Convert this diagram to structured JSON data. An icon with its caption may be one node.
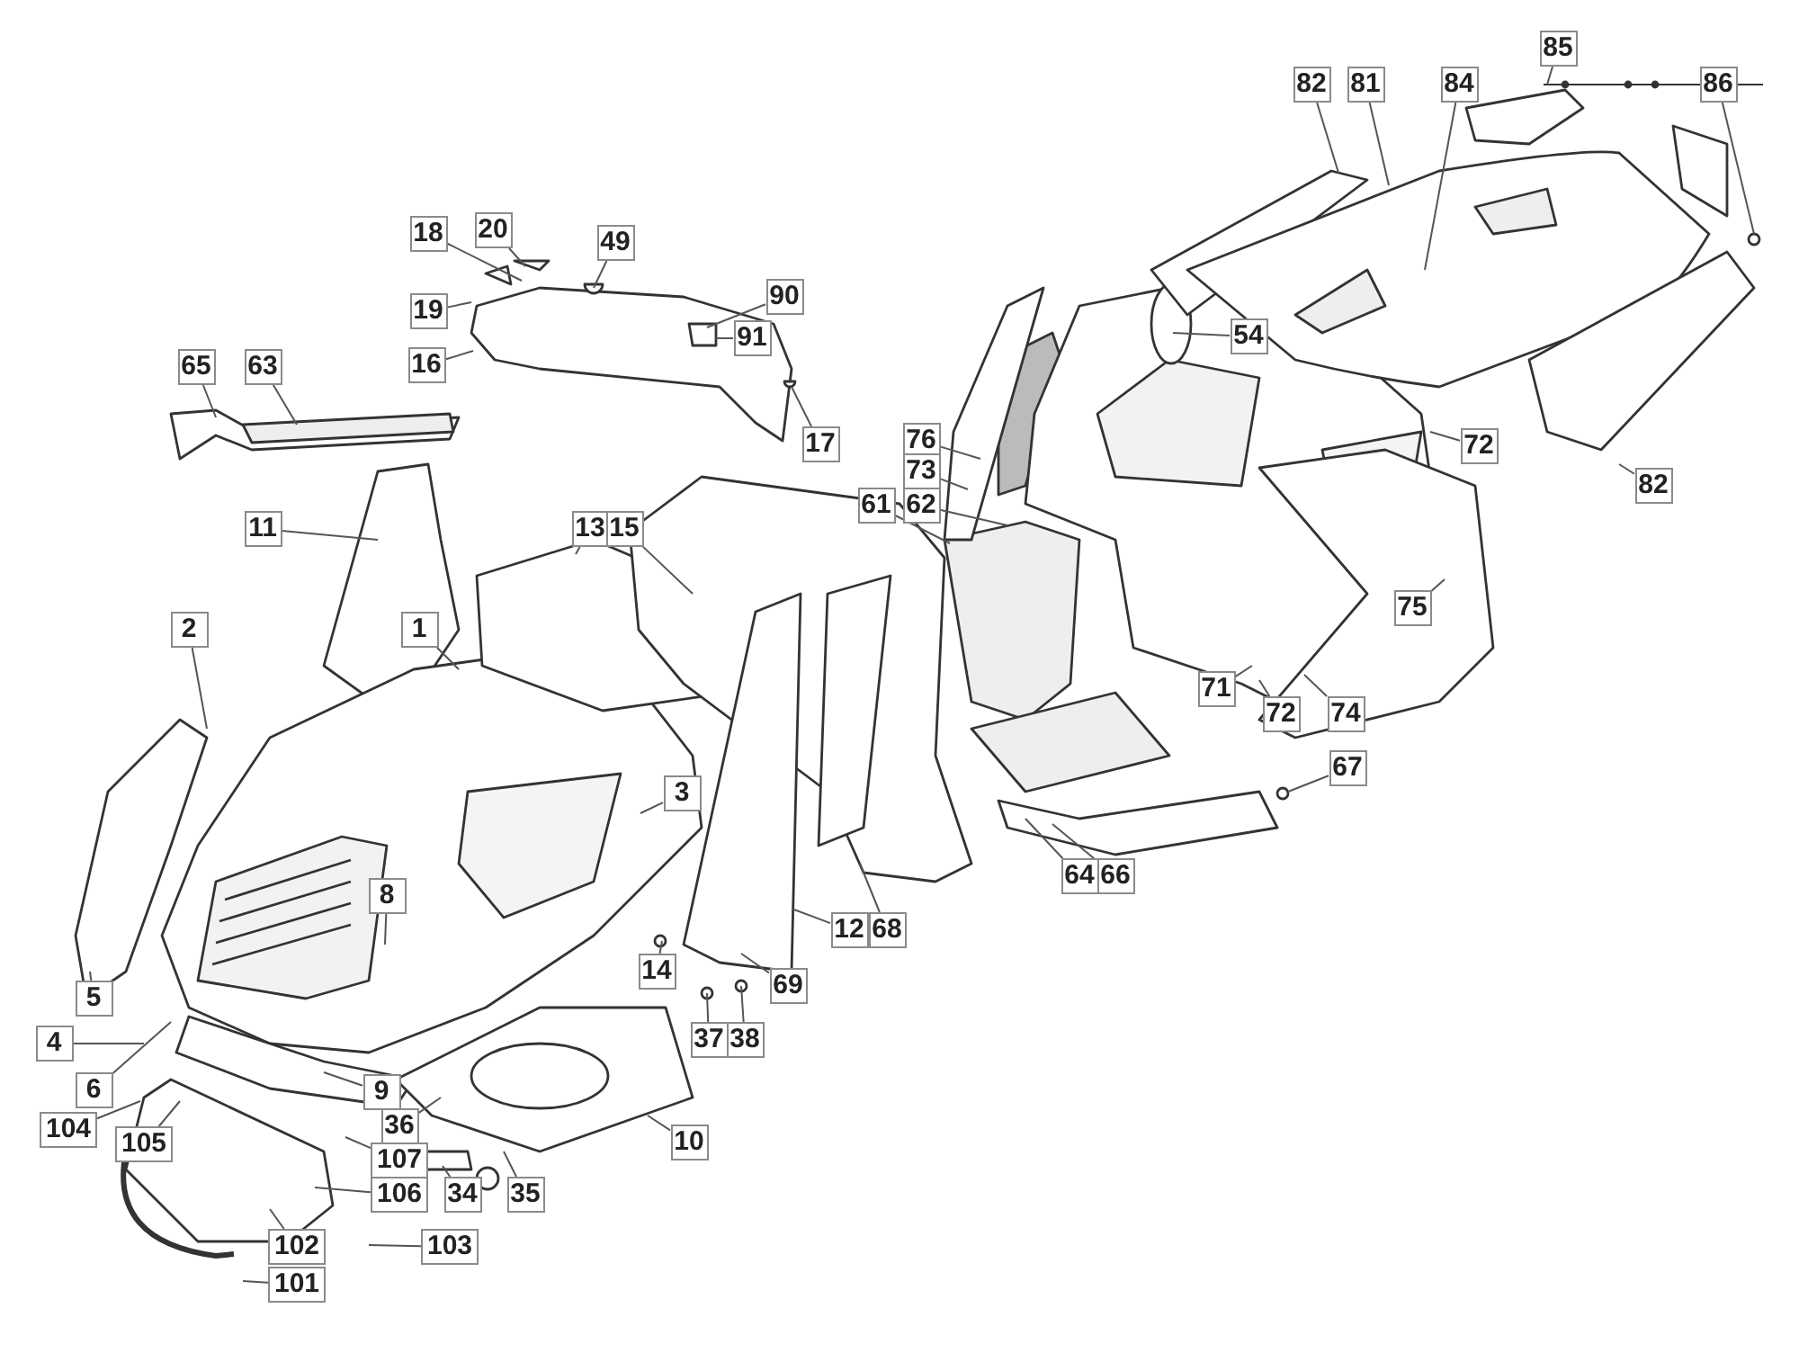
{
  "diagram": {
    "nodes": [
      {
        "text": [
          "82"
        ]
      },
      {
        "text": [
          "81"
        ]
      },
      {
        "text": [
          "84"
        ]
      },
      {
        "text": [
          "85"
        ]
      },
      {
        "text": [
          "86"
        ]
      },
      {
        "text": [
          "20"
        ]
      },
      {
        "text": [
          "18"
        ]
      },
      {
        "text": [
          "49"
        ]
      },
      {
        "text": [
          "90"
        ]
      },
      {
        "text": [
          "19"
        ]
      },
      {
        "text": [
          "91"
        ]
      },
      {
        "text": [
          "65"
        ]
      },
      {
        "text": [
          "63"
        ]
      },
      {
        "text": [
          "16"
        ]
      },
      {
        "text": [
          "54"
        ]
      },
      {
        "text": [
          "17"
        ]
      },
      {
        "text": [
          "76"
        ]
      },
      {
        "text": [
          "73"
        ]
      },
      {
        "text": [
          "61"
        ]
      },
      {
        "text": [
          "62"
        ]
      },
      {
        "text": [
          "11"
        ]
      },
      {
        "text": [
          "13"
        ]
      },
      {
        "text": [
          "15"
        ]
      },
      {
        "text": [
          "72"
        ]
      },
      {
        "text": [
          "82"
        ]
      },
      {
        "text": [
          "2"
        ]
      },
      {
        "text": [
          "1"
        ]
      },
      {
        "text": [
          "75"
        ]
      },
      {
        "text": [
          "71"
        ]
      },
      {
        "text": [
          "72"
        ]
      },
      {
        "text": [
          "74"
        ]
      },
      {
        "text": [
          "3"
        ]
      },
      {
        "text": [
          "67"
        ]
      },
      {
        "text": [
          "8"
        ]
      },
      {
        "text": [
          "64"
        ]
      },
      {
        "text": [
          "66"
        ]
      },
      {
        "text": [
          "12"
        ]
      },
      {
        "text": [
          "68"
        ]
      },
      {
        "text": [
          "14"
        ]
      },
      {
        "text": [
          "69"
        ]
      },
      {
        "text": [
          "5"
        ]
      },
      {
        "text": [
          "4"
        ]
      },
      {
        "text": [
          "6"
        ]
      },
      {
        "text": [
          "37"
        ]
      },
      {
        "text": [
          "38"
        ]
      },
      {
        "text": [
          "104"
        ]
      },
      {
        "text": [
          "10"
        ]
      },
      {
        "text": [
          "105"
        ]
      },
      {
        "text": [
          "9"
        ]
      },
      {
        "text": [
          "36"
        ]
      },
      {
        "text": [
          "107"
        ]
      },
      {
        "text": [
          "34"
        ]
      },
      {
        "text": [
          "35"
        ]
      },
      {
        "text": [
          "106"
        ]
      },
      {
        "text": [
          "102"
        ]
      },
      {
        "text": [
          "103"
        ]
      },
      {
        "text": [
          "101"
        ]
      }
    ],
    "edges": [
      {
        "from": 0,
        "to": null,
        "arrow": "none"
      },
      {
        "from": 1,
        "to": null,
        "arrow": "none"
      },
      {
        "from": 2,
        "to": null,
        "arrow": "none"
      },
      {
        "from": 3,
        "to": null,
        "arrow": "none"
      },
      {
        "from": 4,
        "to": null,
        "arrow": "none"
      },
      {
        "from": 5,
        "to": null,
        "arrow": "none"
      },
      {
        "from": 6,
        "to": null,
        "arrow": "none"
      },
      {
        "from": 7,
        "to": null,
        "arrow": "none"
      },
      {
        "from": 8,
        "to": null,
        "arrow": "none"
      },
      {
        "from": 9,
        "to": null,
        "arrow": "none"
      },
      {
        "from": 10,
        "to": null,
        "arrow": "none"
      },
      {
        "from": 11,
        "to": null,
        "arrow": "none"
      },
      {
        "from": 12,
        "to": null,
        "arrow": "none"
      },
      {
        "from": 13,
        "to": null,
        "arrow": "none"
      },
      {
        "from": 14,
        "to": null,
        "arrow": "none"
      },
      {
        "from": 15,
        "to": null,
        "arrow": "none"
      },
      {
        "from": 16,
        "to": null,
        "arrow": "none"
      },
      {
        "from": 17,
        "to": null,
        "arrow": "none"
      },
      {
        "from": 18,
        "to": null,
        "arrow": "none"
      },
      {
        "from": 19,
        "to": null,
        "arrow": "none"
      },
      {
        "from": 20,
        "to": null,
        "arrow": "none"
      },
      {
        "from": 21,
        "to": null,
        "arrow": "none"
      },
      {
        "from": 22,
        "to": null,
        "arrow": "none"
      },
      {
        "from": 23,
        "to": null,
        "arrow": "none"
      },
      {
        "from": 24,
        "to": null,
        "arrow": "none"
      },
      {
        "from": 25,
        "to": null,
        "arrow": "none"
      },
      {
        "from": 26,
        "to": null,
        "arrow": "none"
      },
      {
        "from": 27,
        "to": null,
        "arrow": "none"
      },
      {
        "from": 28,
        "to": null,
        "arrow": "none"
      },
      {
        "from": 29,
        "to": null,
        "arrow": "none"
      },
      {
        "from": 30,
        "to": null,
        "arrow": "none"
      },
      {
        "from": 31,
        "to": null,
        "arrow": "none"
      },
      {
        "from": 32,
        "to": null,
        "arrow": "none"
      },
      {
        "from": 33,
        "to": null,
        "arrow": "none"
      },
      {
        "from": 34,
        "to": null,
        "arrow": "none"
      },
      {
        "from": 35,
        "to": null,
        "arrow": "none"
      },
      {
        "from": 36,
        "to": null,
        "arrow": "none"
      },
      {
        "from": 37,
        "to": null,
        "arrow": "none"
      },
      {
        "from": 38,
        "to": null,
        "arrow": "none"
      },
      {
        "from": 39,
        "to": null,
        "arrow": "none"
      },
      {
        "from": 40,
        "to": null,
        "arrow": "none"
      },
      {
        "from": 41,
        "to": null,
        "arrow": "none"
      },
      {
        "from": 42,
        "to": null,
        "arrow": "none"
      },
      {
        "from": 43,
        "to": null,
        "arrow": "none"
      },
      {
        "from": 44,
        "to": null,
        "arrow": "none"
      },
      {
        "from": 45,
        "to": null,
        "arrow": "none"
      },
      {
        "from": 46,
        "to": null,
        "arrow": "none"
      },
      {
        "from": 47,
        "to": null,
        "arrow": "none"
      },
      {
        "from": 48,
        "to": null,
        "arrow": "none"
      },
      {
        "from": 49,
        "to": null,
        "arrow": "none"
      },
      {
        "from": 50,
        "to": null,
        "arrow": "none"
      },
      {
        "from": 51,
        "to": null,
        "arrow": "none"
      },
      {
        "from": 52,
        "to": null,
        "arrow": "none"
      },
      {
        "from": 53,
        "to": null,
        "arrow": "none"
      },
      {
        "from": 54,
        "to": null,
        "arrow": "none"
      },
      {
        "from": 55,
        "to": null,
        "arrow": "none"
      },
      {
        "from": 56,
        "to": null,
        "arrow": "none"
      }
    ]
  }
}
